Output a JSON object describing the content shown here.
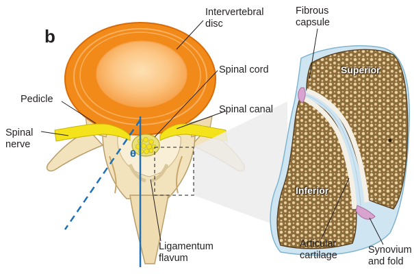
{
  "panel_label": "b",
  "angle_label": "θ",
  "labels": {
    "intervertebral_disc": "Intervertebral\ndisc",
    "spinal_cord": "Spinal cord",
    "pedicle": "Pedicle",
    "spinal_canal": "Spinal canal",
    "spinal_nerve": "Spinal\nnerve",
    "ligamentum_flavum": "Ligamentum\nflavum",
    "fibrous_capsule": "Fibrous\ncapsule",
    "articular_cartilage": "Articular\ncartilage",
    "synovium_and_fold": "Synovium\nand fold"
  },
  "regions": {
    "superior": "Superior",
    "inferior": "Inferior"
  },
  "colors": {
    "disc_outer": "#f28a1a",
    "disc_inner": "#fcc98a",
    "bone": "#f3e3bd",
    "bone_dark": "#dcc496",
    "nerve": "#f4e21a",
    "axis_line": "#1f6fb5",
    "cancellous": "#8a6a3a",
    "capsule": "#cfe6f2",
    "synovium": "#d9a3cf"
  }
}
